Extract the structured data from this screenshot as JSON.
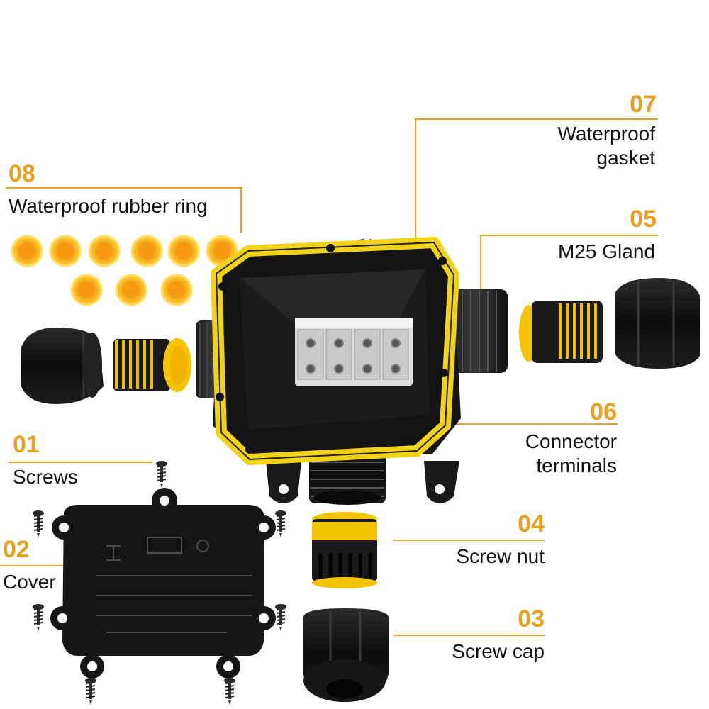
{
  "accent_color": "#e8a021",
  "parts": [
    {
      "number": "08",
      "label": "Waterproof rubber ring",
      "icon": "rubber-ring-icon"
    },
    {
      "number": "07",
      "label_lines": [
        "Waterproof",
        "gasket"
      ],
      "icon": "gasket-icon"
    },
    {
      "number": "05",
      "label": "M25  Gland",
      "icon": "cable-gland-icon"
    },
    {
      "number": "06",
      "label_lines": [
        "Connector",
        "terminals"
      ],
      "icon": "terminal-block-icon"
    },
    {
      "number": "01",
      "label": "Screws",
      "icon": "screw-icon"
    },
    {
      "number": "02",
      "label": "Cover",
      "icon": "cover-icon"
    },
    {
      "number": "04",
      "label": "Screw nut",
      "icon": "screw-nut-icon"
    },
    {
      "number": "03",
      "label": "Screw cap",
      "icon": "screw-cap-icon"
    }
  ]
}
